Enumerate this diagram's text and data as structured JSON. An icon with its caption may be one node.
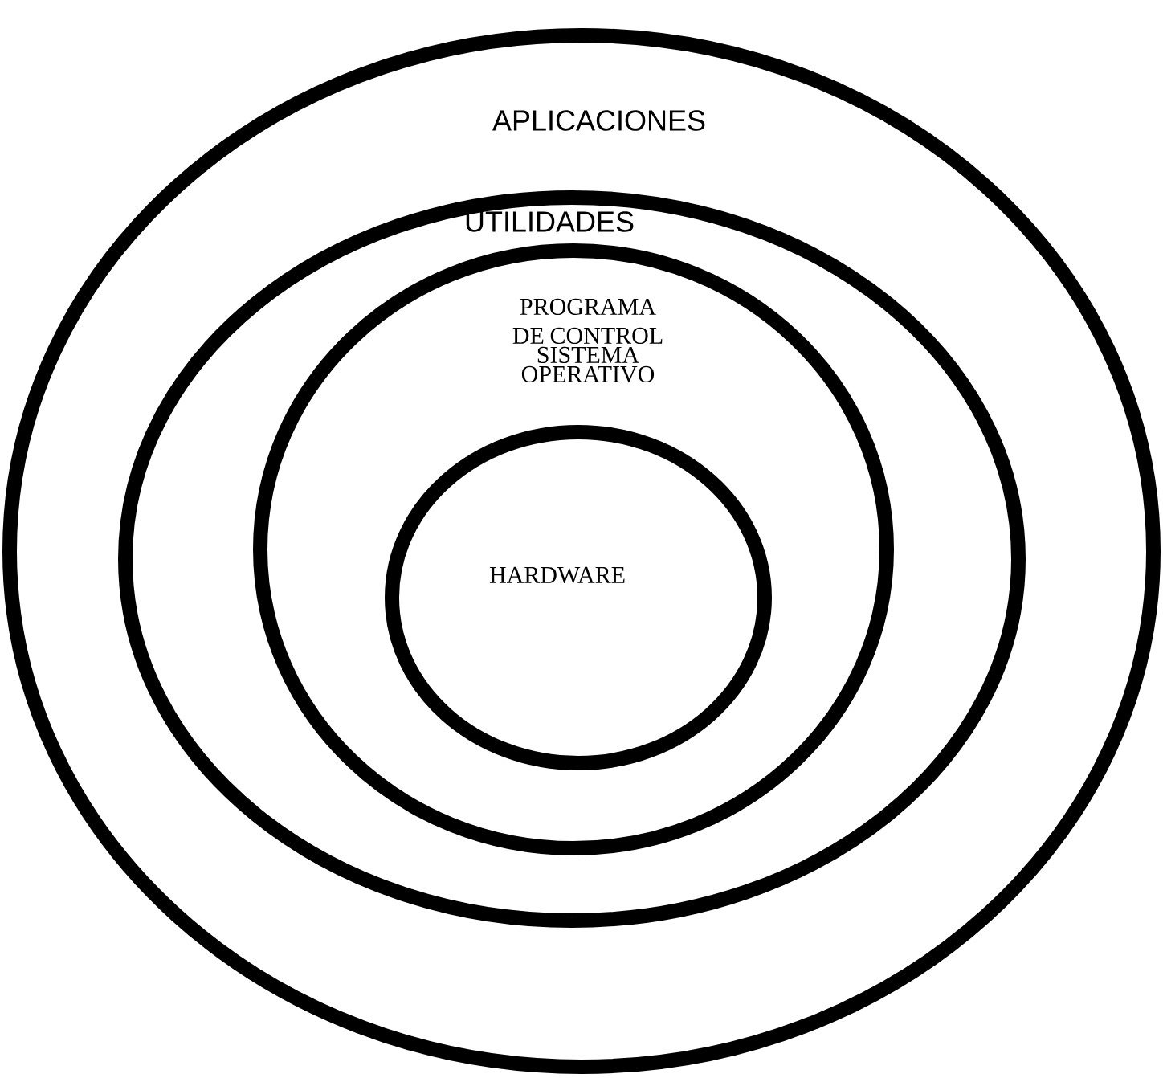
{
  "diagram": {
    "nodes": [
      {
        "text": [
          "APLICACIONES"
        ]
      },
      {
        "text": [
          "UTILIDADES"
        ],
        "in": 0
      },
      {
        "text": [
          "PROGRAMA DE CONTROL",
          "SISTEMA OPERATIVO"
        ],
        "in": 1
      },
      {
        "text": [
          "HARDWARE"
        ],
        "in": 2
      }
    ]
  }
}
